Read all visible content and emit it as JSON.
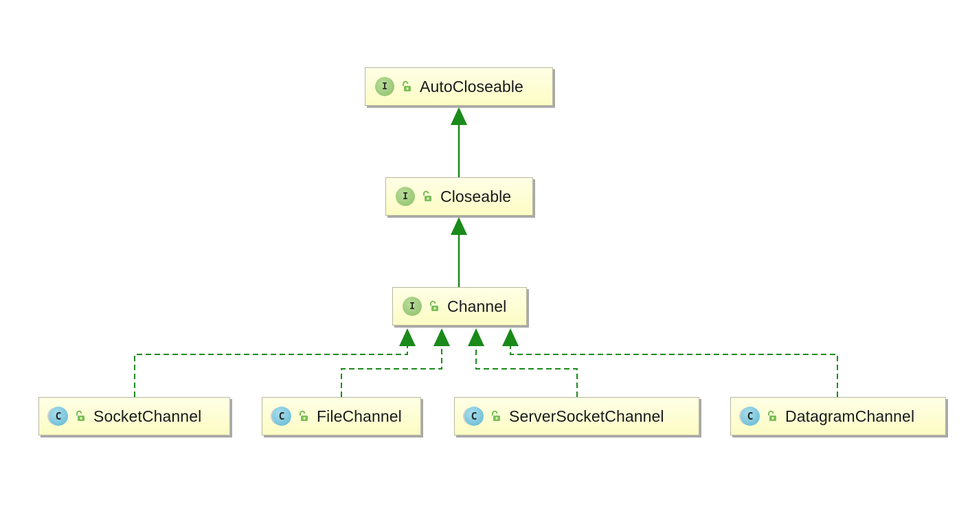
{
  "diagram": {
    "nodes": {
      "autocloseable": {
        "kind": "I",
        "label": "AutoCloseable"
      },
      "closeable": {
        "kind": "I",
        "label": "Closeable"
      },
      "channel": {
        "kind": "I",
        "label": "Channel"
      },
      "socketchannel": {
        "kind": "C",
        "label": "SocketChannel"
      },
      "filechannel": {
        "kind": "C",
        "label": "FileChannel"
      },
      "serversocketchannel": {
        "kind": "C",
        "label": "ServerSocketChannel"
      },
      "datagramchannel": {
        "kind": "C",
        "label": "DatagramChannel"
      }
    },
    "edges": [
      {
        "from": "closeable",
        "to": "autocloseable",
        "style": "solid"
      },
      {
        "from": "channel",
        "to": "closeable",
        "style": "solid"
      },
      {
        "from": "socketchannel",
        "to": "channel",
        "style": "dashed"
      },
      {
        "from": "filechannel",
        "to": "channel",
        "style": "dashed"
      },
      {
        "from": "serversocketchannel",
        "to": "channel",
        "style": "dashed"
      },
      {
        "from": "datagramchannel",
        "to": "channel",
        "style": "dashed"
      }
    ],
    "colors": {
      "edge": "#1a8a1a",
      "interface_badge": "#8ec06a",
      "class_badge": "#5fb5cf",
      "node_fill": "#fcfcc4"
    },
    "icons": {
      "interface_badge": "interface-badge-icon",
      "class_badge": "class-badge-icon",
      "visibility": "unlocked-padlock-icon"
    }
  }
}
